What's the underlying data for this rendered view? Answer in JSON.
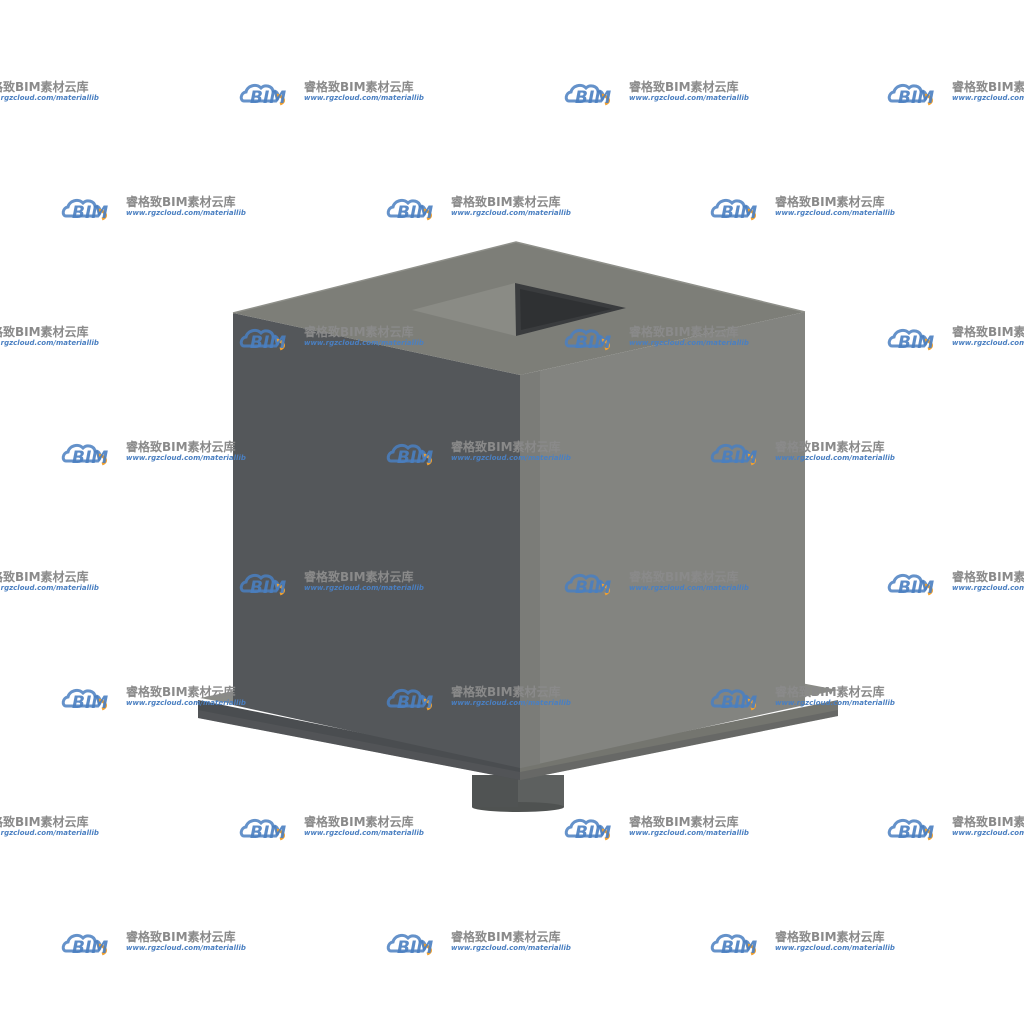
{
  "watermark": {
    "brand_text": "睿格致BIM素材云库",
    "url_text": "www.rgzcloud.com/materiallib",
    "logo_text": "BIM",
    "colors": {
      "blue": "#4a7fc1",
      "orange": "#f0a030",
      "gray_text": "#8a8a8a"
    }
  },
  "model": {
    "name": "square-pier-block-with-socket",
    "colors": {
      "background": "#ffffff",
      "top_face": "#7d7e78",
      "left_face": "#54575a",
      "right_face": "#838480",
      "socket_inner": "#3a3c3e",
      "socket_floor": "#8a8b85",
      "base_top": "#8b8c87",
      "base_left": "#4a4d50",
      "base_right": "#74756f",
      "pin": "#5d605f"
    }
  }
}
